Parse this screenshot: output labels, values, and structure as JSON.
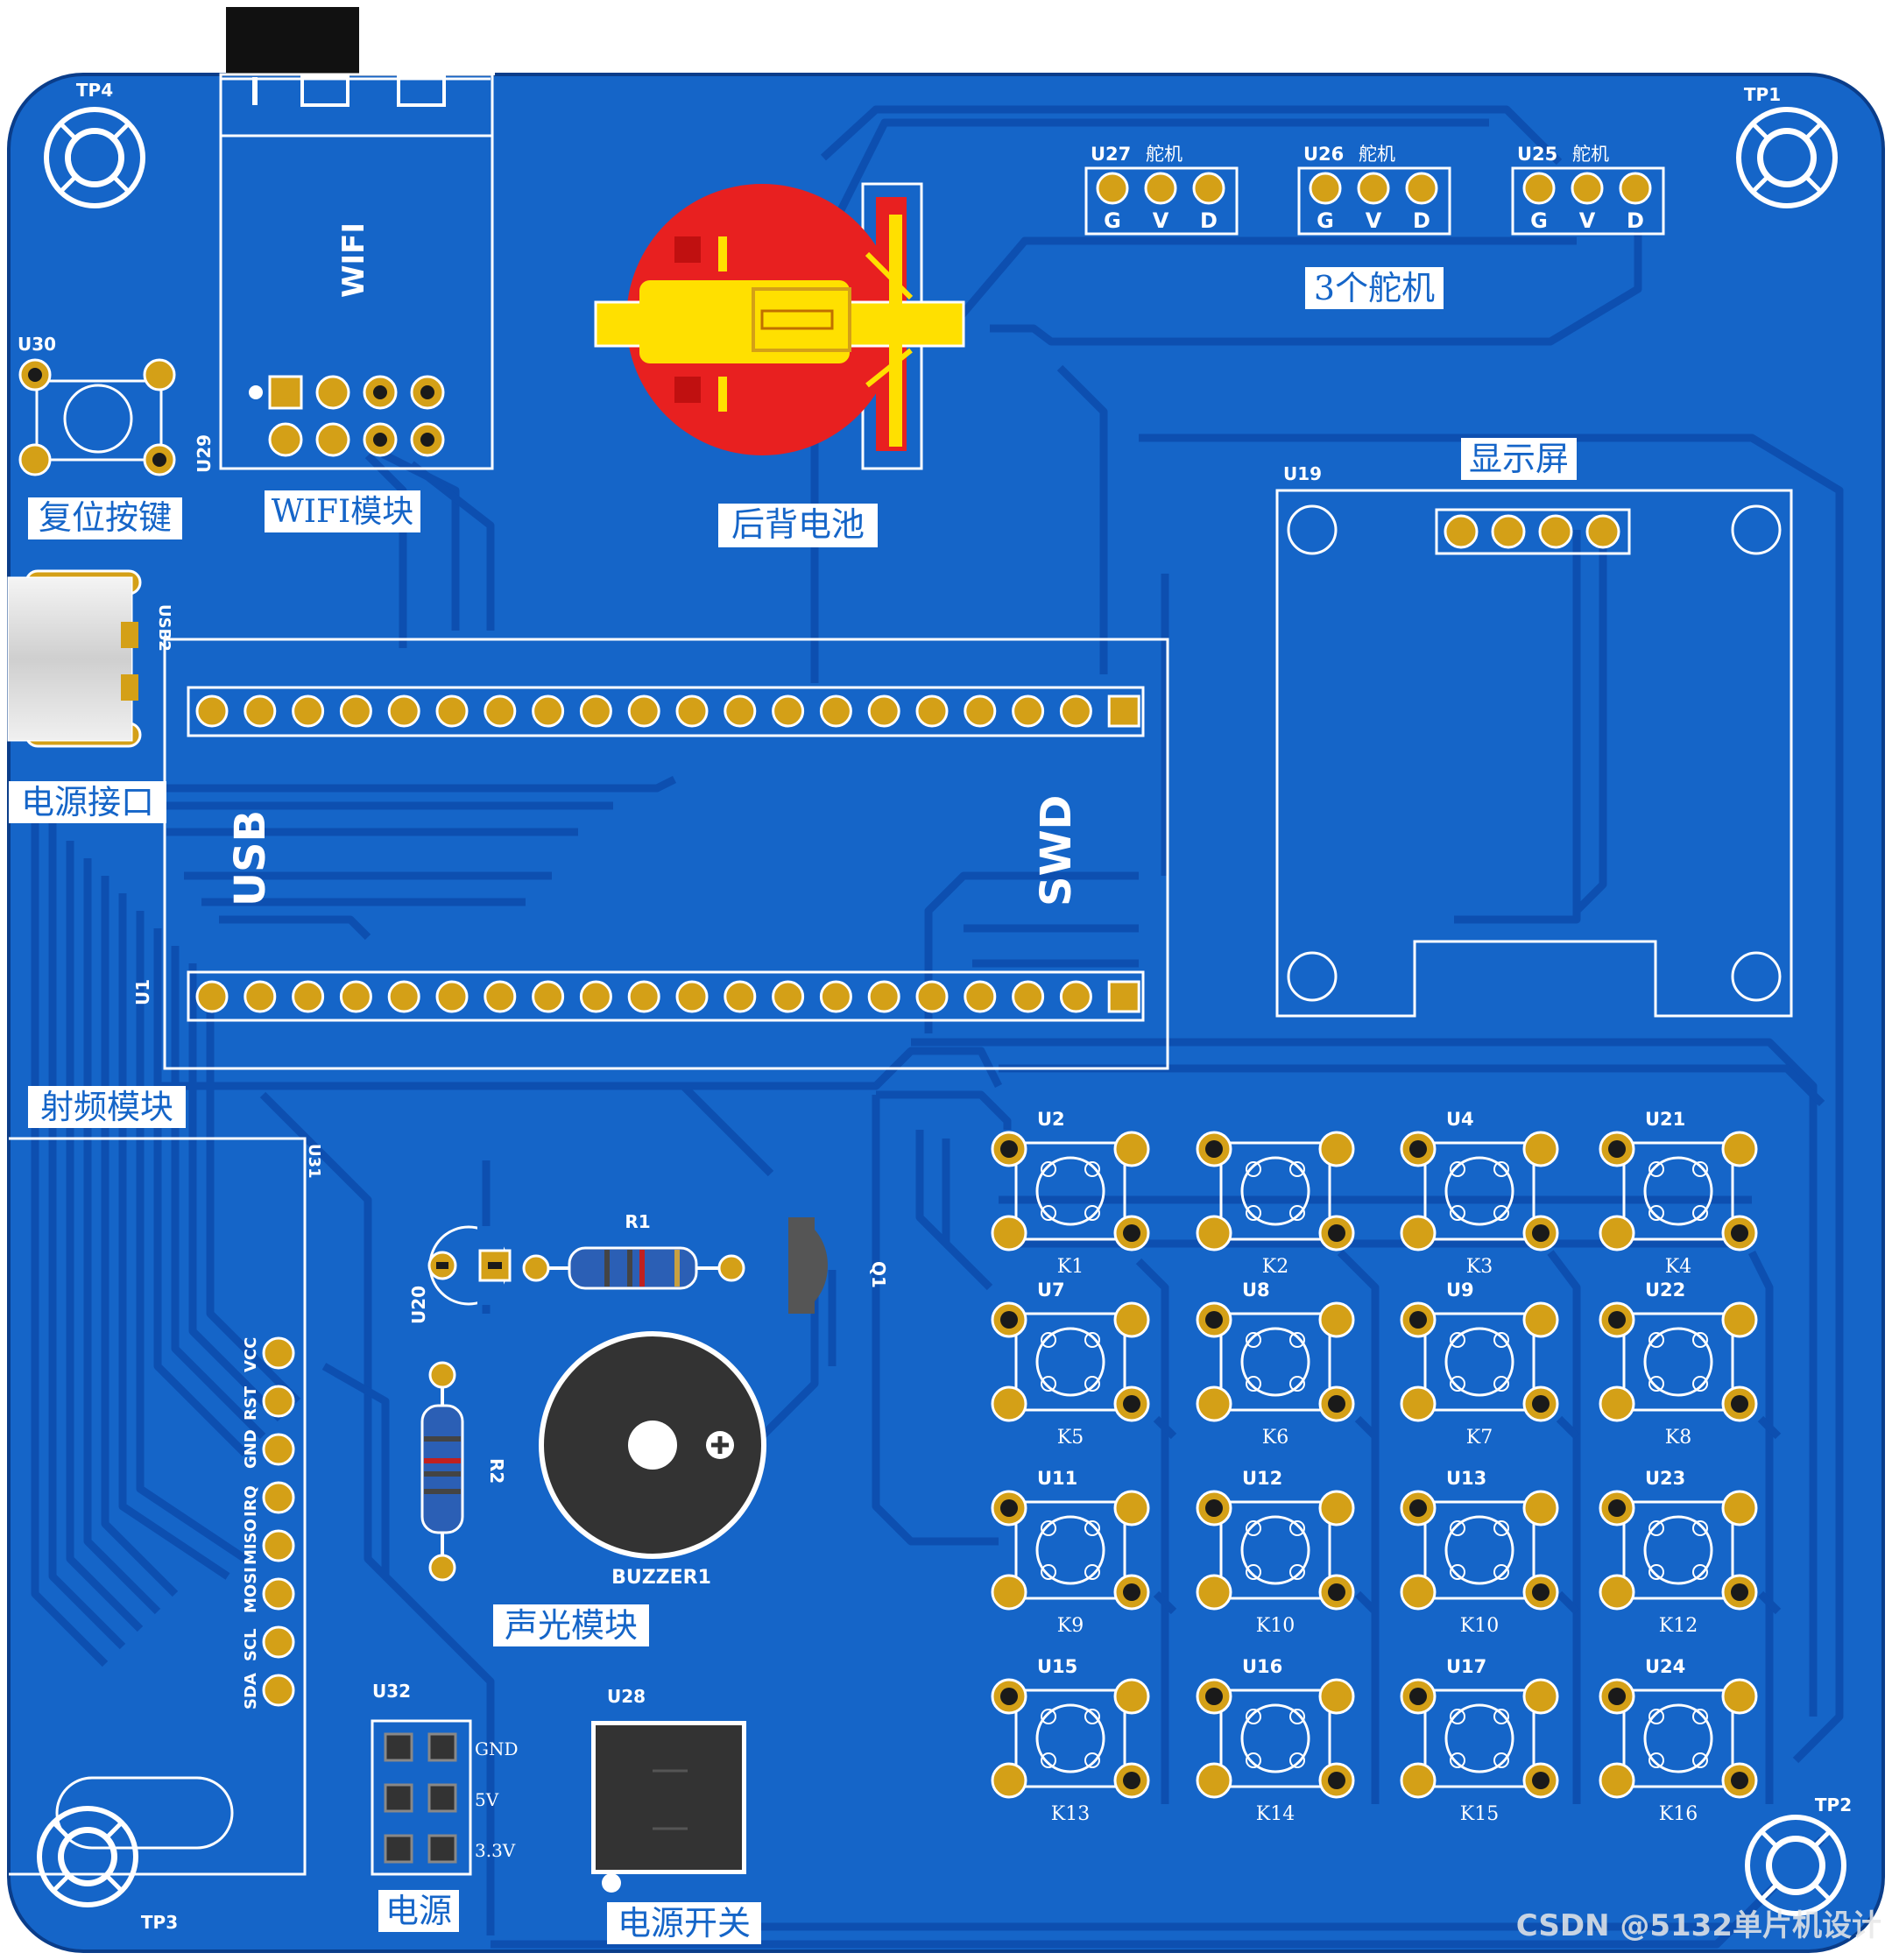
{
  "colors": {
    "board": "#1565c8",
    "board_edge": "#0a3d8a",
    "trace": "#0d4fb0",
    "silk": "#ffffff",
    "pad_gold": "#d4a017",
    "pad_hole": "#1a1a1a",
    "battery_red": "#e82020",
    "battery_yellow": "#ffe000",
    "label_bg": "#ffffff",
    "label_text": "#1565c8"
  },
  "test_points": {
    "tp1": "TP1",
    "tp2": "TP2",
    "tp3": "TP3",
    "tp4": "TP4"
  },
  "reset": {
    "ref": "U30",
    "label": "复位按键"
  },
  "wifi": {
    "ref": "U29",
    "title": "WIFI",
    "label": "WIFI模块"
  },
  "battery": {
    "label": "后背电池"
  },
  "servos": {
    "items": [
      {
        "ref": "U27",
        "name": "舵机"
      },
      {
        "ref": "U26",
        "name": "舵机"
      },
      {
        "ref": "U25",
        "name": "舵机"
      }
    ],
    "pins": [
      "G",
      "V",
      "D"
    ],
    "label": "3个舵机"
  },
  "display": {
    "ref": "U19",
    "label": "显示屏"
  },
  "usb": {
    "ref": "USB2",
    "label": "电源接口"
  },
  "mcu": {
    "ref": "U1",
    "usb_text": "USB",
    "swd_text": "SWD"
  },
  "rf": {
    "label": "射频模块",
    "ref": "U31",
    "pins": [
      "VCC",
      "RST",
      "GND",
      "IRQ",
      "MISO",
      "MOSI",
      "SCL",
      "SDA"
    ]
  },
  "sound_light": {
    "led_ref": "U20",
    "r1": "R1",
    "r2": "R2",
    "q1": "Q1",
    "buzzer": "BUZZER1",
    "label": "声光模块"
  },
  "keys": {
    "rows": [
      [
        {
          "u": "U2",
          "k": "K1"
        },
        {
          "u": "",
          "k": "K2"
        },
        {
          "u": "U4",
          "k": "K3"
        },
        {
          "u": "U21",
          "k": "K4"
        }
      ],
      [
        {
          "u": "U7",
          "k": "K5"
        },
        {
          "u": "U8",
          "k": "K6"
        },
        {
          "u": "U9",
          "k": "K7"
        },
        {
          "u": "U22",
          "k": "K8"
        }
      ],
      [
        {
          "u": "U11",
          "k": "K9"
        },
        {
          "u": "U12",
          "k": "K10"
        },
        {
          "u": "U13",
          "k": "K10"
        },
        {
          "u": "U23",
          "k": "K12"
        }
      ],
      [
        {
          "u": "U15",
          "k": "K13"
        },
        {
          "u": "U16",
          "k": "K14"
        },
        {
          "u": "U17",
          "k": "K15"
        },
        {
          "u": "U24",
          "k": "K16"
        }
      ]
    ]
  },
  "power": {
    "ref": "U32",
    "label": "电源",
    "pins": [
      "GND",
      "5V",
      "3.3V"
    ]
  },
  "switch": {
    "ref": "U28",
    "label": "电源开关"
  },
  "watermark": "CSDN @5132单片机设计"
}
